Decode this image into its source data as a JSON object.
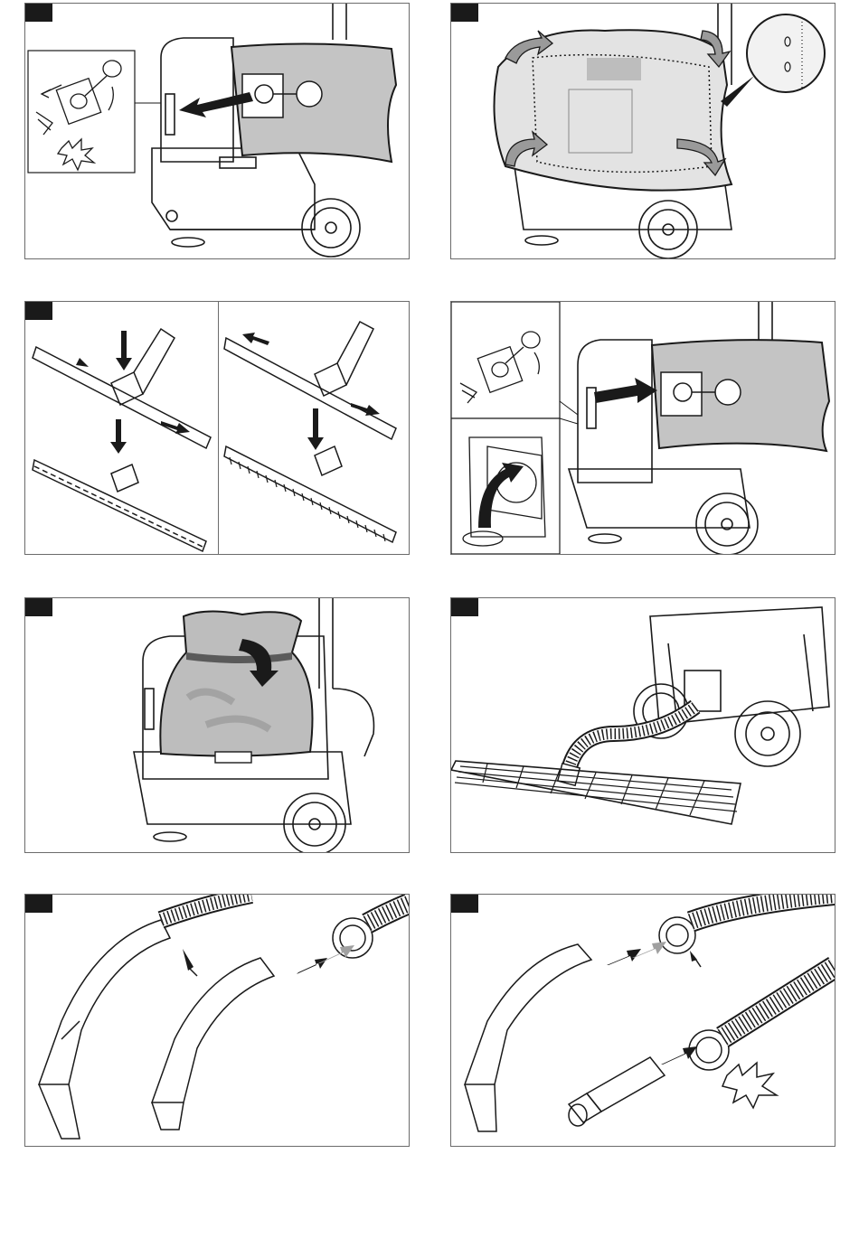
{
  "page": {
    "panels": [
      {
        "id": "panel-1",
        "number_label": ""
      },
      {
        "id": "panel-2",
        "number_label": ""
      },
      {
        "id": "panel-3",
        "number_label": ""
      },
      {
        "id": "panel-4",
        "number_label": ""
      },
      {
        "id": "panel-5",
        "number_label": ""
      },
      {
        "id": "panel-6",
        "number_label": ""
      },
      {
        "id": "panel-7",
        "number_label": ""
      },
      {
        "id": "panel-8",
        "number_label": ""
      }
    ],
    "colors": {
      "ink": "#1a1a1a",
      "frame": "#6b6b6b",
      "bag_fill": "#bdbdbd",
      "glass": "#e3e3e3",
      "arrow_grey": "#a0a0a0"
    }
  }
}
